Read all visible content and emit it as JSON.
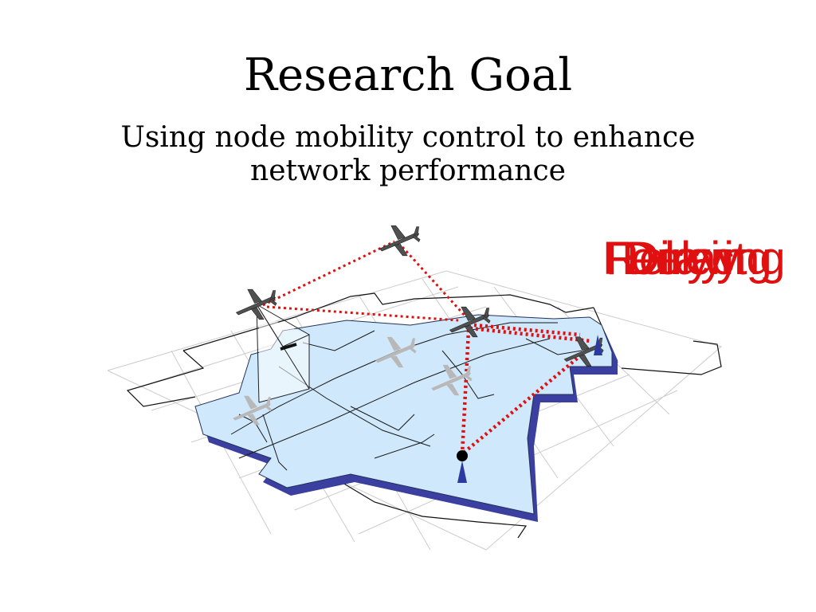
{
  "slide": {
    "title": "Research Goal",
    "subtitle_lines": [
      "Using node mobility control to enhance",
      "network performance"
    ]
  },
  "overlay_words": [
    "Ferrying",
    "Delay",
    "Direct",
    "Relaying"
  ],
  "colors": {
    "link": "#e01010",
    "region_fill": "#cfe8fb",
    "region_shadow": "#3a3fa0",
    "aircraft": "#505050",
    "aircraft_ghost": "#b8b8b8",
    "grid": "#cccccc",
    "node": "#000000",
    "text_red": "#e01010"
  },
  "diagram": {
    "aircraft": [
      {
        "name": "aircraft-top"
      },
      {
        "name": "aircraft-left"
      },
      {
        "name": "aircraft-center"
      },
      {
        "name": "aircraft-right"
      }
    ],
    "ghost_aircraft": [
      {
        "name": "ghost-aircraft-1"
      },
      {
        "name": "ghost-aircraft-2"
      },
      {
        "name": "ghost-aircraft-3"
      }
    ],
    "ground_nodes": [
      "ground-node-center",
      "ground-node-right"
    ]
  }
}
